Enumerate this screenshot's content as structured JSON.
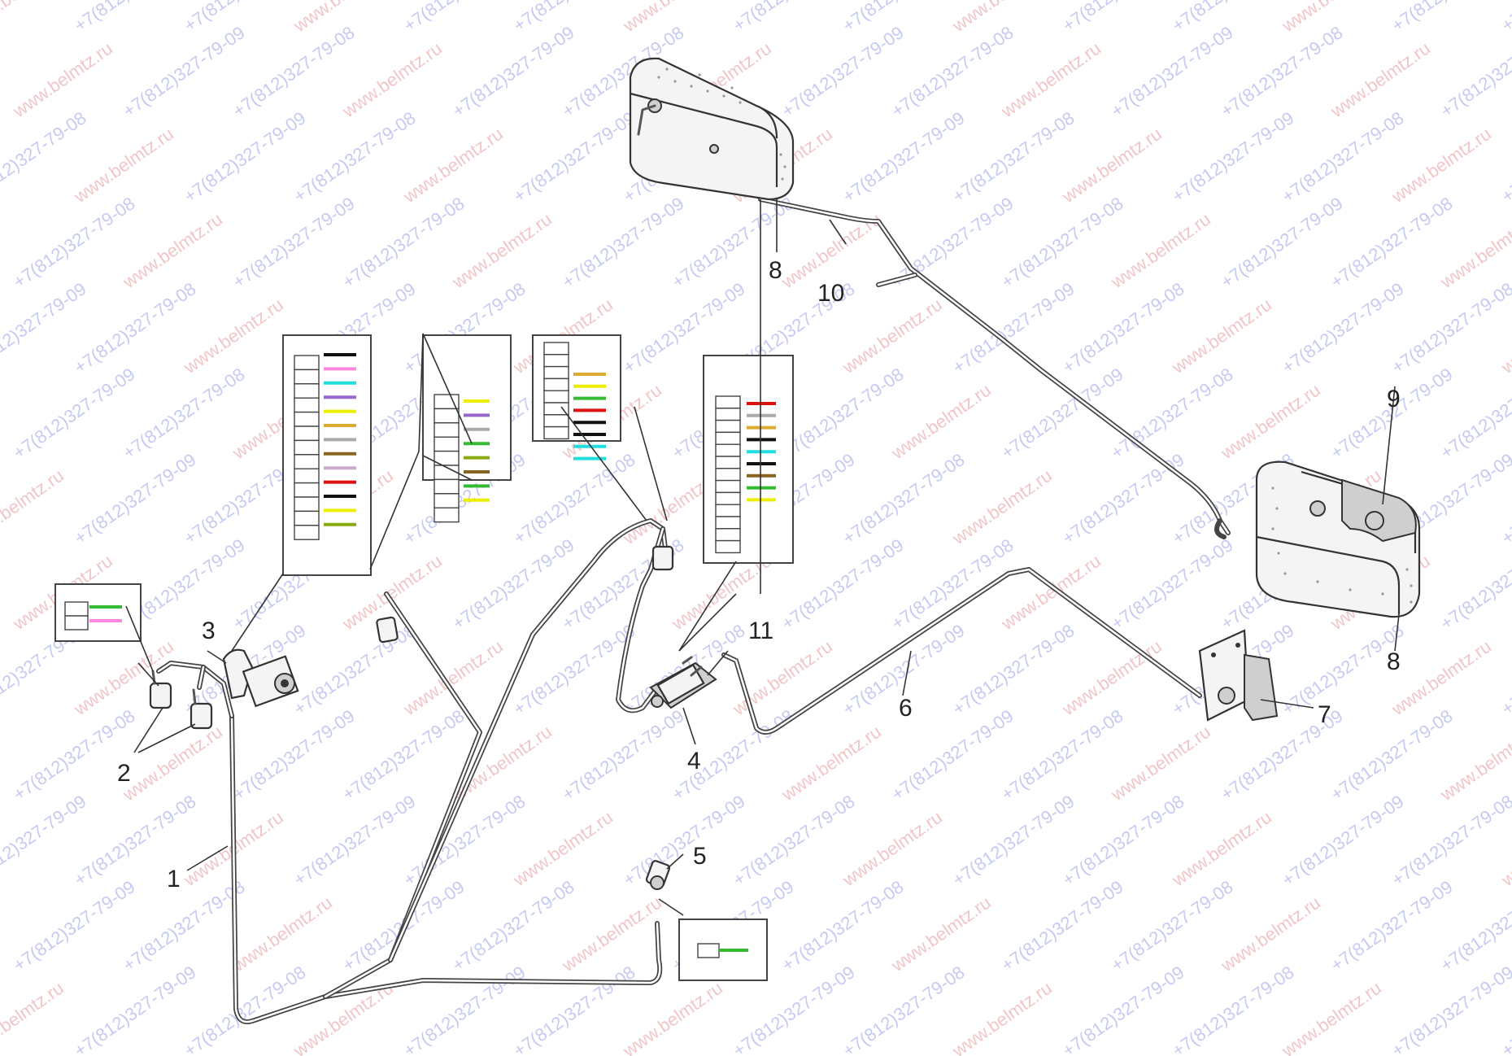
{
  "callouts": [
    {
      "id": "1",
      "label": "1"
    },
    {
      "id": "2",
      "label": "2"
    },
    {
      "id": "3",
      "label": "3"
    },
    {
      "id": "4",
      "label": "4"
    },
    {
      "id": "5",
      "label": "5"
    },
    {
      "id": "6",
      "label": "6"
    },
    {
      "id": "7",
      "label": "7"
    },
    {
      "id": "8a",
      "label": "8"
    },
    {
      "id": "8b",
      "label": "8"
    },
    {
      "id": "9",
      "label": "9"
    },
    {
      "id": "10",
      "label": "10"
    },
    {
      "id": "11",
      "label": "11"
    }
  ],
  "watermarks": {
    "site": "www.belmtz.ru",
    "phone_a": "+7(812)327-79-09",
    "phone_b": "+7(812)327-79-08"
  },
  "wire_colors": {
    "black": "#111111",
    "pink": "#ff88dd",
    "cyan": "#22dddd",
    "violet": "#9966cc",
    "yellow": "#eeee00",
    "orange": "#ddaa33",
    "grey": "#aaaaaa",
    "brown": "#886622",
    "lilac": "#ccaacc",
    "red": "#dd1111",
    "green": "#33bb33",
    "lime": "#88aa11"
  },
  "connector_tables": [
    {
      "id": "connector-3",
      "wires": [
        "black",
        "pink",
        "cyan",
        "violet",
        "yellow",
        "orange",
        "grey",
        "brown",
        "lilac",
        "red",
        "black",
        "yellow",
        "lime"
      ]
    },
    {
      "id": "connector-b",
      "wires": [
        "yellow",
        "violet",
        "grey",
        "green",
        "lime",
        "brown",
        "green",
        "yellow"
      ]
    },
    {
      "id": "connector-c",
      "wires": [
        "orange",
        "yellow",
        "green",
        "red",
        "black",
        "black",
        "cyan",
        "cyan"
      ]
    },
    {
      "id": "connector-4",
      "wires": [
        "red",
        "grey",
        "orange",
        "black",
        "cyan",
        "black",
        "brown",
        "green",
        "yellow"
      ]
    },
    {
      "id": "connector-2",
      "wires": [
        "green",
        "pink"
      ]
    },
    {
      "id": "connector-5",
      "wires": [
        "green"
      ]
    }
  ]
}
